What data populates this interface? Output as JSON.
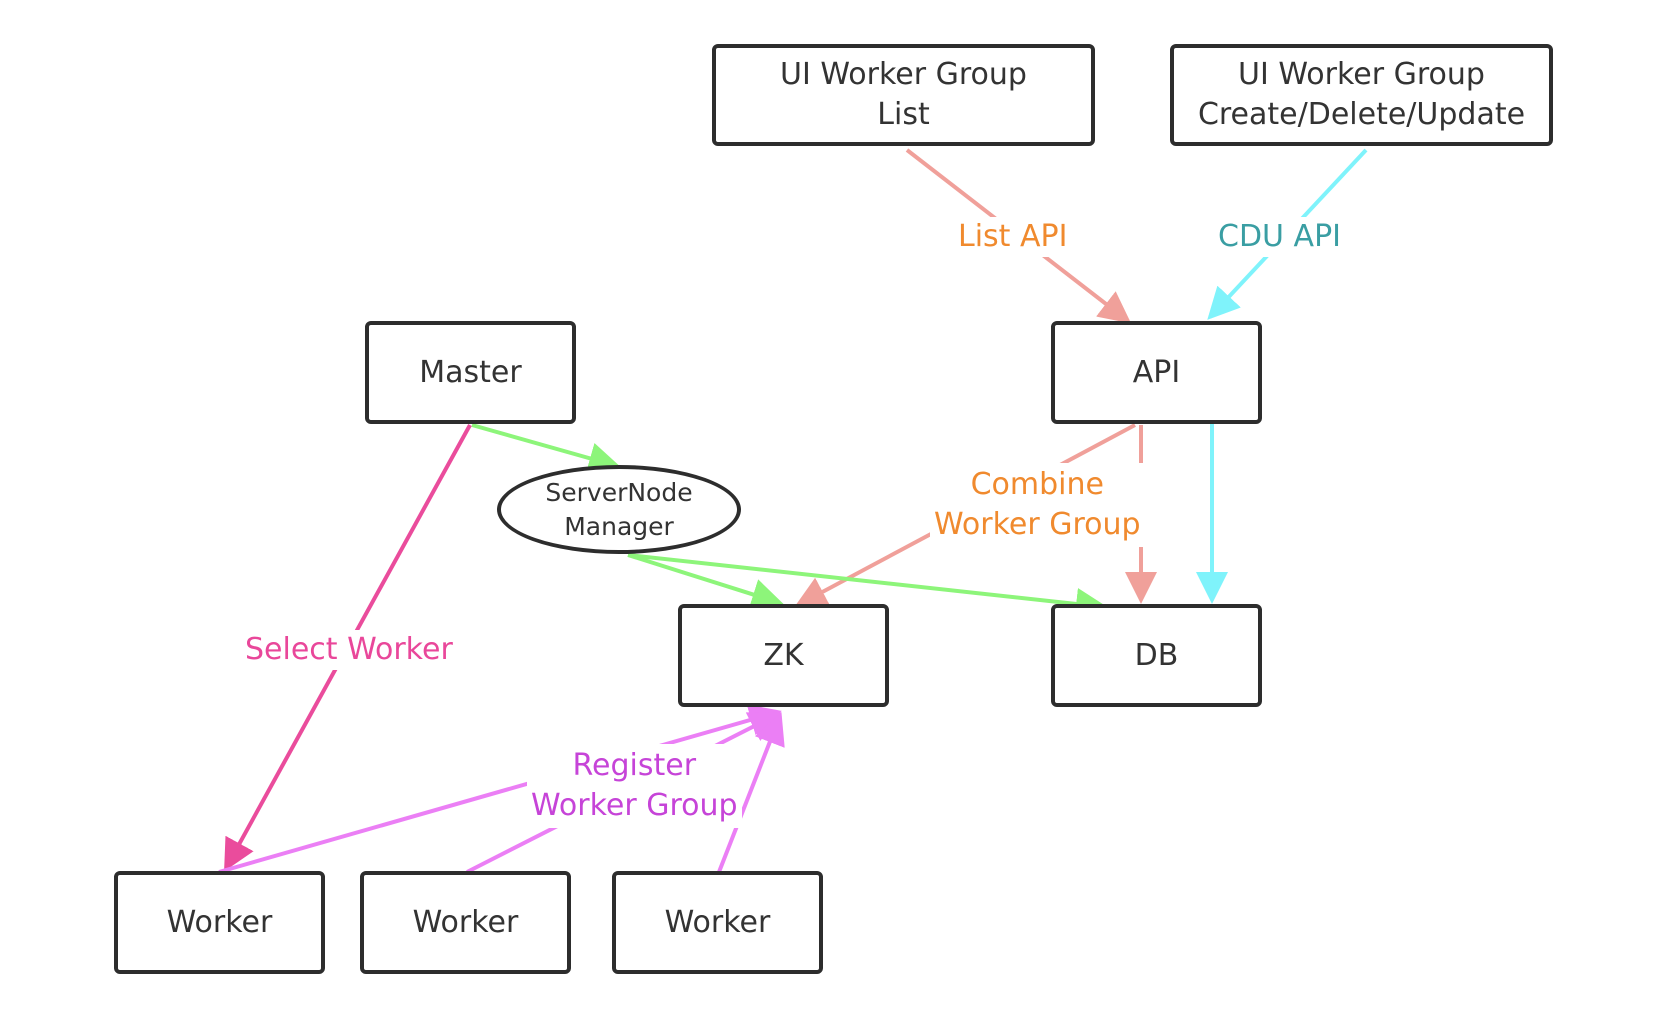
{
  "colors": {
    "border": "#2d2d2d",
    "list_api": "#f0a09a",
    "cdu_api": "#7ff3fb",
    "servernode": "#8df57a",
    "select_worker": "#ea4c9c",
    "register": "#eb7ff5",
    "label_orange": "#f08a2e",
    "label_teal": "#3a9ea3",
    "label_pink": "#e9479a",
    "label_purple": "#c644d8"
  },
  "nodes": {
    "ui_list": {
      "line1": "UI Worker Group",
      "line2": "List"
    },
    "ui_cdu": {
      "line1": "UI Worker Group",
      "line2": "Create/Delete/Update"
    },
    "master": {
      "label": "Master"
    },
    "api": {
      "label": "API"
    },
    "servernode": {
      "line1": "ServerNode",
      "line2": "Manager"
    },
    "zk": {
      "label": "ZK"
    },
    "db": {
      "label": "DB"
    },
    "worker1": {
      "label": "Worker"
    },
    "worker2": {
      "label": "Worker"
    },
    "worker3": {
      "label": "Worker"
    }
  },
  "edge_labels": {
    "list_api": "List API",
    "cdu_api": "CDU API",
    "combine_line1": "Combine",
    "combine_line2": "Worker Group",
    "select_worker": "Select Worker",
    "register_line1": "Register",
    "register_line2": "Worker Group"
  }
}
